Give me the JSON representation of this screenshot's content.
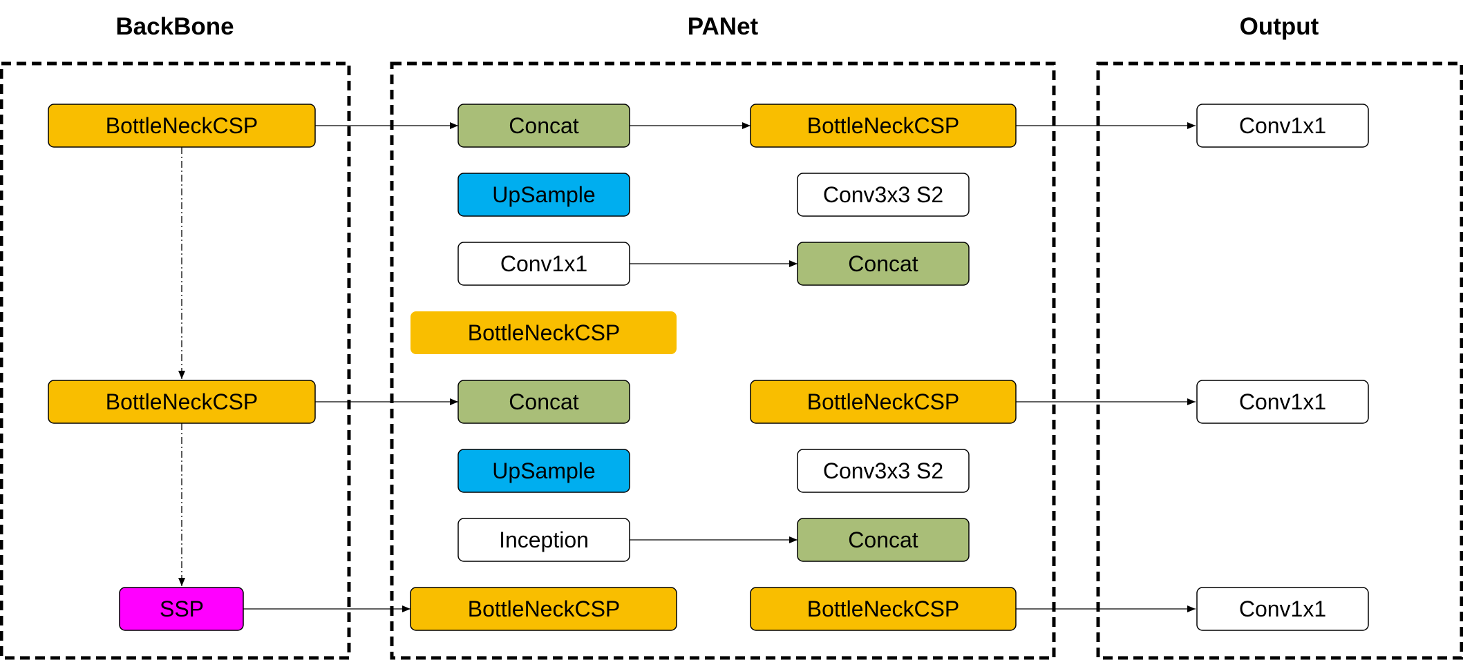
{
  "sections": {
    "backbone": "BackBone",
    "panet": "PANet",
    "output": "Output"
  },
  "colors": {
    "bottleneck": "#F9BE00",
    "concat": "#A9BE78",
    "upsample": "#00AEEF",
    "ssp": "#FF00FF",
    "plain": "#FFFFFF",
    "border": "#000000"
  },
  "backbone": {
    "top": "BottleNeckCSP",
    "mid": "BottleNeckCSP",
    "ssp": "SSP"
  },
  "panet": {
    "concat_1": "Concat",
    "upsample_1": "UpSample",
    "conv1x1": "Conv1x1",
    "bottleneck_mid": "BottleNeckCSP",
    "concat_2": "Concat",
    "upsample_2": "UpSample",
    "inception": "Inception",
    "bottleneck_bottom_left": "BottleNeckCSP",
    "bottleneck_top_right": "BottleNeckCSP",
    "conv3x3_1": "Conv3x3 S2",
    "concat_3": "Concat",
    "bottleneck_mid_right": "BottleNeckCSP",
    "conv3x3_2": "Conv3x3 S2",
    "concat_4": "Concat",
    "bottleneck_bottom_right": "BottleNeckCSP"
  },
  "output": {
    "conv_1": "Conv1x1",
    "conv_2": "Conv1x1",
    "conv_3": "Conv1x1"
  }
}
